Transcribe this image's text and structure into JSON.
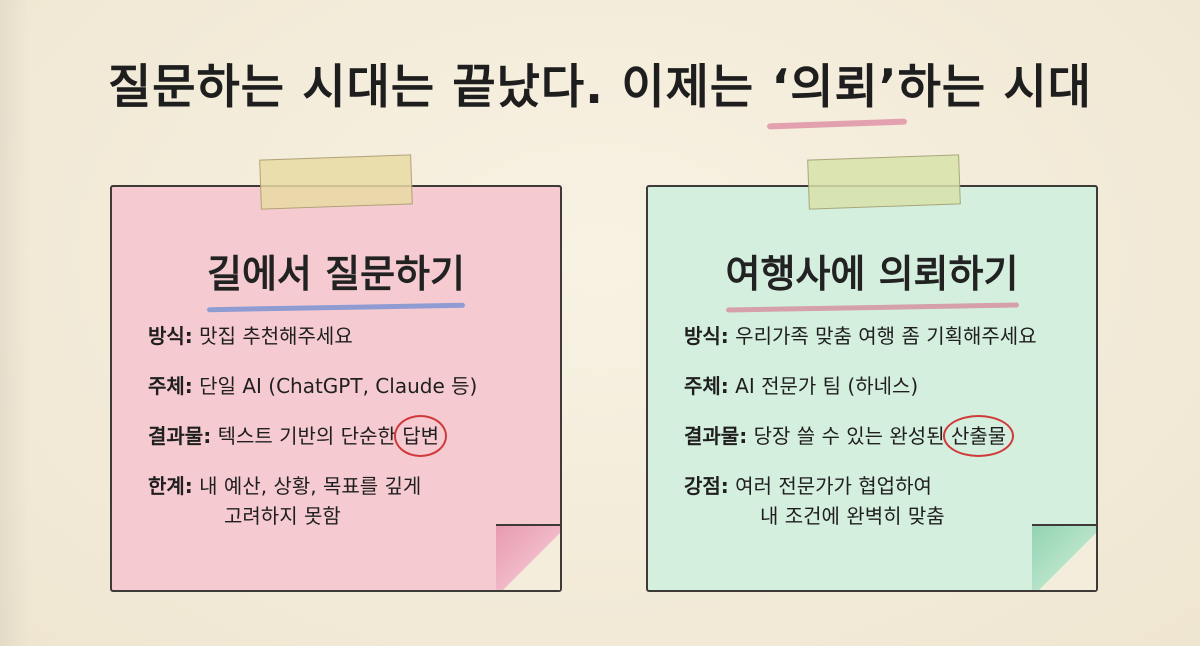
{
  "title": {
    "part1": "질문하는 시대는 끝났다. 이제는 ",
    "quoted": "‘의뢰’",
    "part2": "하는 시대"
  },
  "left_note": {
    "heading": "길에서 질문하기",
    "items": [
      {
        "label": "방식:",
        "text": "맛집 추천해주세요"
      },
      {
        "label": "주체:",
        "text": "단일 AI (ChatGPT, Claude 등)"
      },
      {
        "label": "결과물:",
        "text": "텍스트 기반의 단순한 ",
        "circled": "답변"
      },
      {
        "label": "한계:",
        "text": "내 예산, 상황, 목표를 깊게",
        "cont": "고려하지 못함"
      }
    ]
  },
  "right_note": {
    "heading": "여행사에 의뢰하기",
    "items": [
      {
        "label": "방식:",
        "text": "우리가족 맞춤 여행 좀 기획해주세요"
      },
      {
        "label": "주체:",
        "text": "AI 전문가 팀 (하네스)"
      },
      {
        "label": "결과물:",
        "text": "당장 쓸 수 있는 완성된 ",
        "circled": "산출물"
      },
      {
        "label": "강점:",
        "text": "여러 전문가가 협업하여",
        "cont": "내 조건에 완벽히 맞춤"
      }
    ]
  },
  "colors": {
    "left_note": "#f5cbd1",
    "right_note": "#d5efdf",
    "circle": "#d03a3a",
    "background": "#f4eddc"
  }
}
